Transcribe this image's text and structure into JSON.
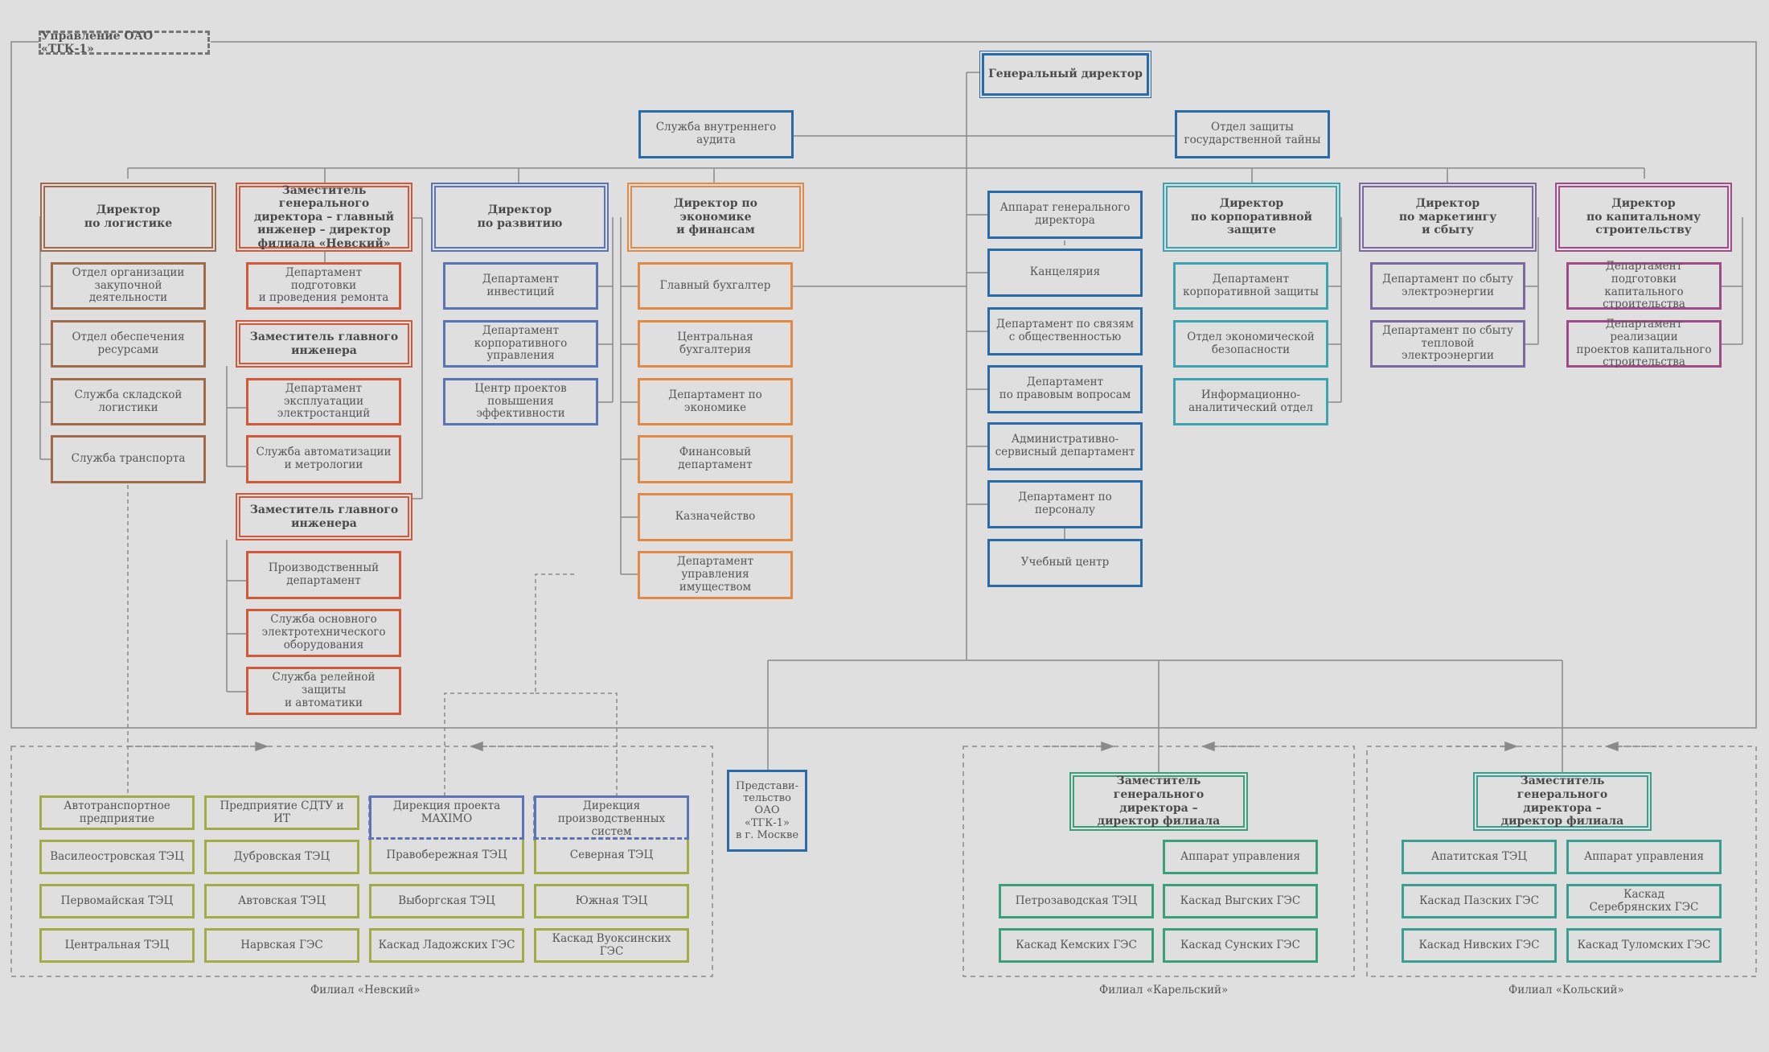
{
  "title": "Управление ОАО «ТГК-1»",
  "colors": {
    "brown": "#a0694a",
    "orange_red": "#d2583a",
    "blue": "#5a74b6",
    "orange": "#e08a45",
    "navy": "#2a6aa6",
    "teal": "#3da3b0",
    "purple": "#7a6aa0",
    "magenta": "#a04a8a",
    "olive": "#a0ac45",
    "green": "#3aa07a",
    "gray": "#888888"
  },
  "top": {
    "ceo": "Генеральный директор",
    "audit": "Служба внутреннего\nаудита",
    "secrecy": "Отдел защиты\nгосударственной тайны"
  },
  "columns": {
    "logistics": {
      "head": "Директор\nпо логистике",
      "items": [
        "Отдел организации\nзакупочной деятельности",
        "Отдел обеспечения\nресурсами",
        "Служба складской\nлогистики",
        "Служба транспорта"
      ]
    },
    "chief_engineer": {
      "head": "Заместитель генерального\nдиректора – главный\nинженер – директор\nфилиала «Невский»",
      "items": [
        "Департамент подготовки\nи проведения ремонта"
      ],
      "deputy1": {
        "head": "Заместитель главного\nинженера",
        "items": [
          "Департамент эксплуатации\nэлектростанций",
          "Служба автоматизации\nи метрологии"
        ]
      },
      "deputy2": {
        "head": "Заместитель главного\nинженера",
        "items": [
          "Производственный\nдепартамент",
          "Служба основного\nэлектротехнического\nоборудования",
          "Служба релейной защиты\nи автоматики"
        ]
      }
    },
    "development": {
      "head": "Директор\nпо развитию",
      "items": [
        "Департамент инвестиций",
        "Департамент\nкорпоративного управления",
        "Центр проектов\nповышения эффективности"
      ]
    },
    "finance": {
      "head": "Директор по экономике\nи финансам",
      "items": [
        "Главный бухгалтер",
        "Центральная бухгалтерия",
        "Департамент по экономике",
        "Финансовый департамент",
        "Казначейство",
        "Департамент\nуправления имуществом"
      ]
    },
    "ceo_office": {
      "items": [
        "Аппарат генерального\nдиректора",
        "Канцелярия",
        "Департамент по связям\nс общественностью",
        "Департамент\nпо правовым вопросам",
        "Административно-\nсервисный департамент",
        "Департамент по персоналу",
        "Учебный центр"
      ]
    },
    "security": {
      "head": "Директор\nпо корпоративной\nзащите",
      "items": [
        "Департамент\nкорпоративной защиты",
        "Отдел экономической\nбезопасности",
        "Информационно-\nаналитический отдел"
      ]
    },
    "marketing": {
      "head": "Директор\nпо маркетингу\nи сбыту",
      "items": [
        "Департамент по сбыту\nэлектроэнергии",
        "Департамент по сбыту\nтепловой электроэнергии"
      ]
    },
    "construction": {
      "head": "Директор\nпо капитальному\nстроительству",
      "items": [
        "Департамент\nподготовки капитального\nстроительства",
        "Департамент реализации\nпроектов капитального\nстроительства"
      ]
    }
  },
  "branches": {
    "nevsky": {
      "label": "Филиал «Невский»",
      "top": [
        "Автотранспортное\nпредприятие",
        "Предприятие СДТУ и ИТ",
        "Дирекция проекта\nMAXIMO",
        "Дирекция\nпроизводственных систем"
      ],
      "grid": [
        [
          "Василеостровская ТЭЦ",
          "Дубровская ТЭЦ",
          "Правобережная ТЭЦ",
          "Северная ТЭЦ"
        ],
        [
          "Первомайская ТЭЦ",
          "Автовская ТЭЦ",
          "Выборгская ТЭЦ",
          "Южная ТЭЦ"
        ],
        [
          "Центральная ТЭЦ",
          "Нарвская ГЭС",
          "Каскад Ладожских ГЭС",
          "Каскад Вуоксинских ГЭС"
        ]
      ]
    },
    "moscow": "Представи-\nтельство\nОАО «ТГК-1»\nв г. Москве",
    "karelsky": {
      "label": "Филиал «Карельский»",
      "head": "Заместитель\nгенерального директора –\nдиректор филиала",
      "items": [
        "Аппарат управления",
        "Петрозаводская ТЭЦ",
        "Каскад Выгских ГЭС",
        "Каскад Кемских ГЭС",
        "Каскад Сунских ГЭС"
      ]
    },
    "kolsky": {
      "label": "Филиал «Кольский»",
      "head": "Заместитель\nгенерального директора –\nдиректор филиала",
      "items": [
        "Апатитская ТЭЦ",
        "Аппарат управления",
        "Каскад Пазских ГЭС",
        "Каскад\nСеребрянских ГЭС",
        "Каскад Нивских ГЭС",
        "Каскад Туломских ГЭС"
      ]
    }
  }
}
